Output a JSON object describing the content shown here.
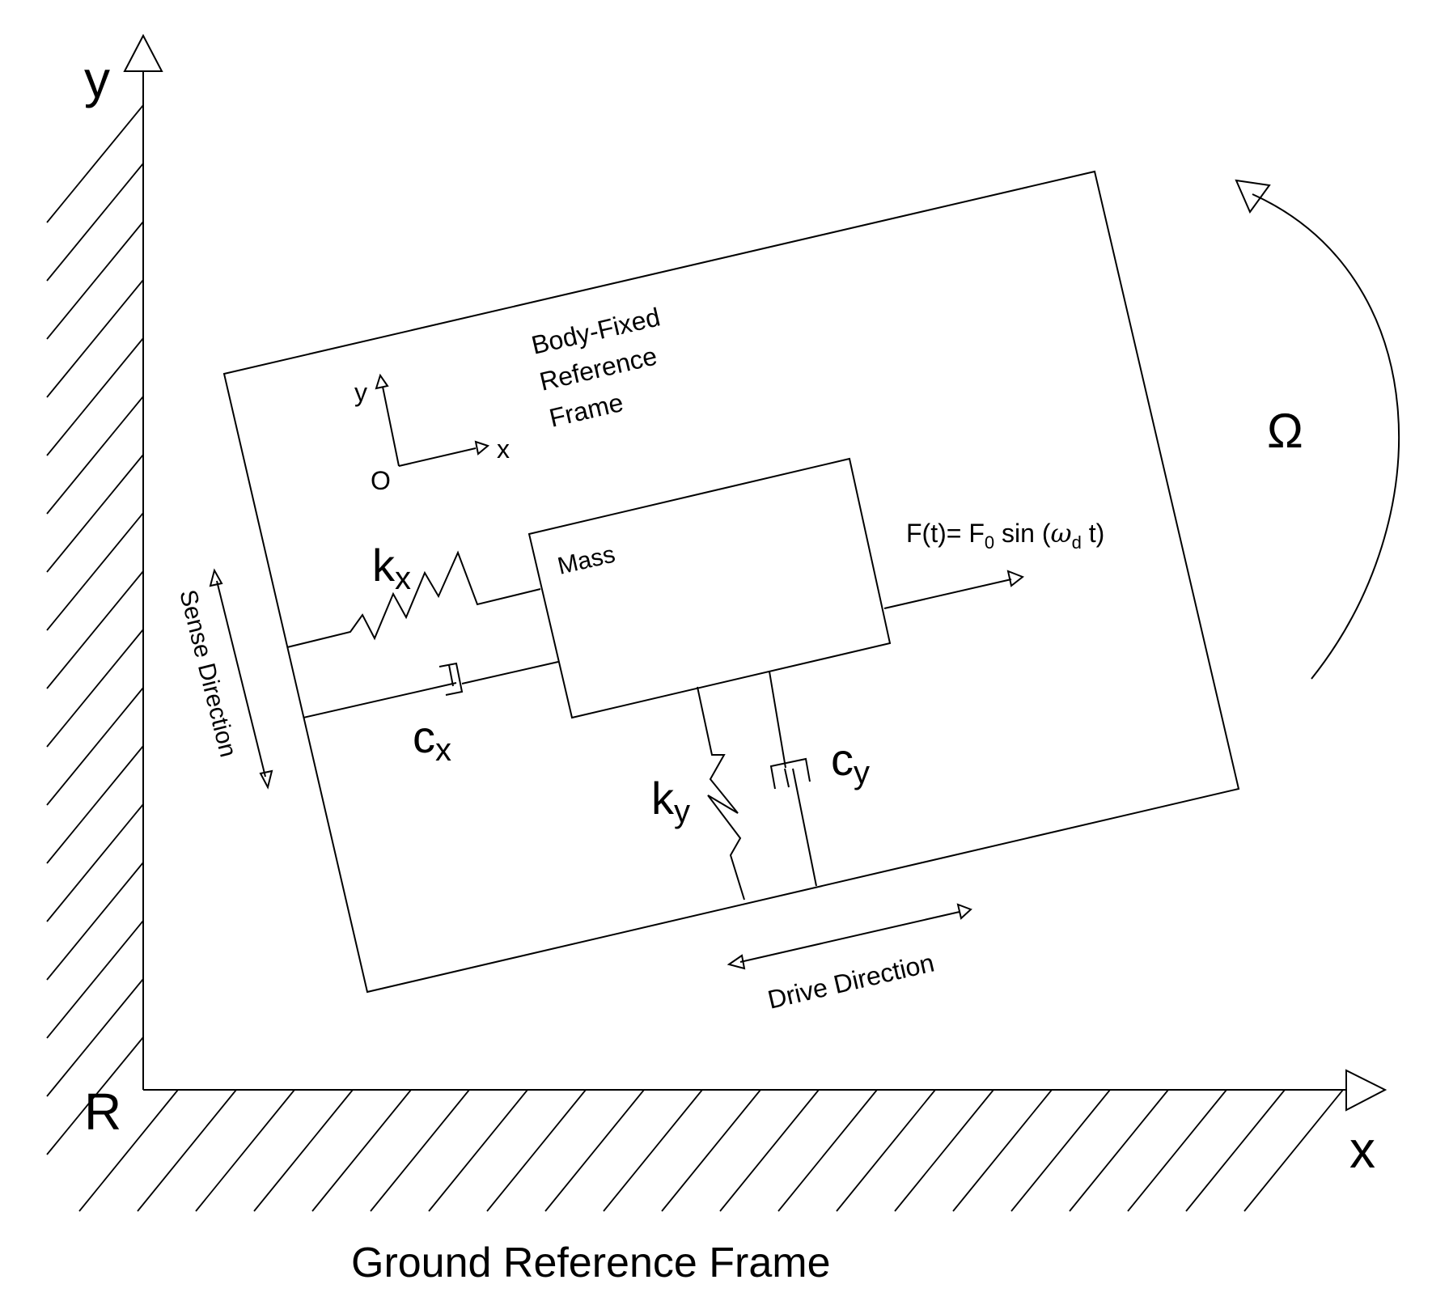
{
  "ground": {
    "axis_y_label": "y",
    "axis_x_label": "x",
    "origin_label": "R",
    "title": "Ground Reference Frame"
  },
  "body": {
    "title_line1": "Body-Fixed",
    "title_line2": "Reference",
    "title_line3": "Frame",
    "axis_y_label": "y",
    "axis_x_label": "x",
    "origin_label": "O",
    "mass_label": "Mass",
    "force_label": "F(t)= F",
    "force_sub": "0",
    "force_sin": " sin (",
    "force_omega": "ω",
    "force_omega_sub": "d",
    "force_end": " t)",
    "kx": {
      "base": "k",
      "sub": "x"
    },
    "cx": {
      "base": "c",
      "sub": "x"
    },
    "ky": {
      "base": "k",
      "sub": "y"
    },
    "cy": {
      "base": "c",
      "sub": "y"
    },
    "sense_label": "Sense Direction",
    "drive_label": "Drive Direction"
  },
  "rotation_label": "Ω"
}
